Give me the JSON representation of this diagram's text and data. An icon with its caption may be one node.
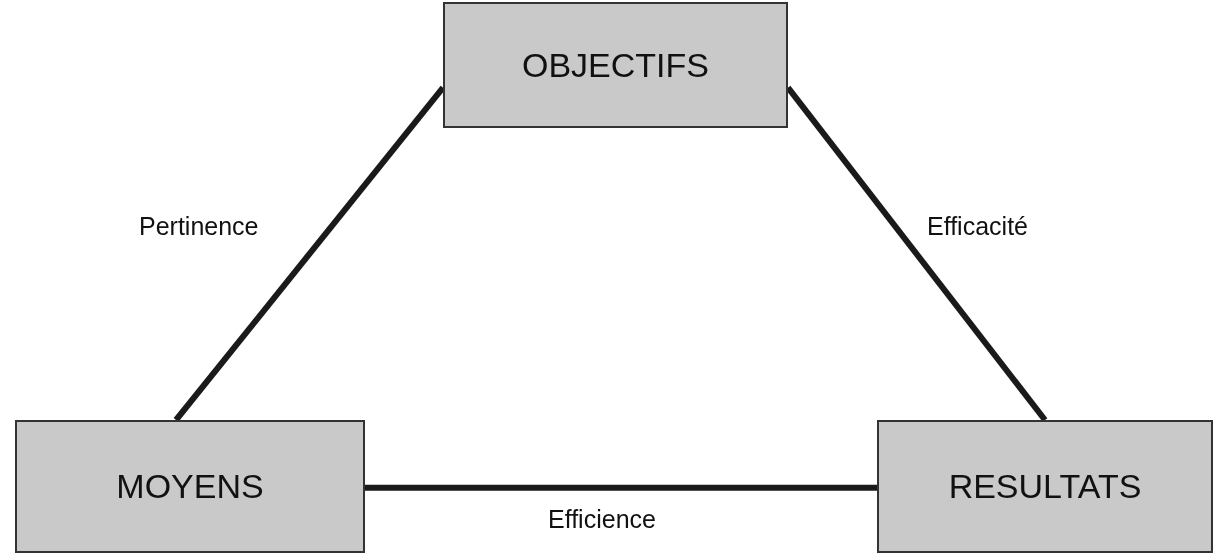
{
  "diagram": {
    "nodes": [
      {
        "text": [
          "OBJECTIFS"
        ]
      },
      {
        "text": [
          "MOYENS"
        ]
      },
      {
        "text": [
          "RESULTATS"
        ]
      }
    ],
    "edges": [
      {
        "from": 0,
        "to": 1,
        "arrow": "none",
        "label": "Pertinence"
      },
      {
        "from": 0,
        "to": 2,
        "arrow": "none",
        "label": "Efficacité"
      },
      {
        "from": 1,
        "to": 2,
        "arrow": "none",
        "label": "Efficience"
      }
    ]
  }
}
